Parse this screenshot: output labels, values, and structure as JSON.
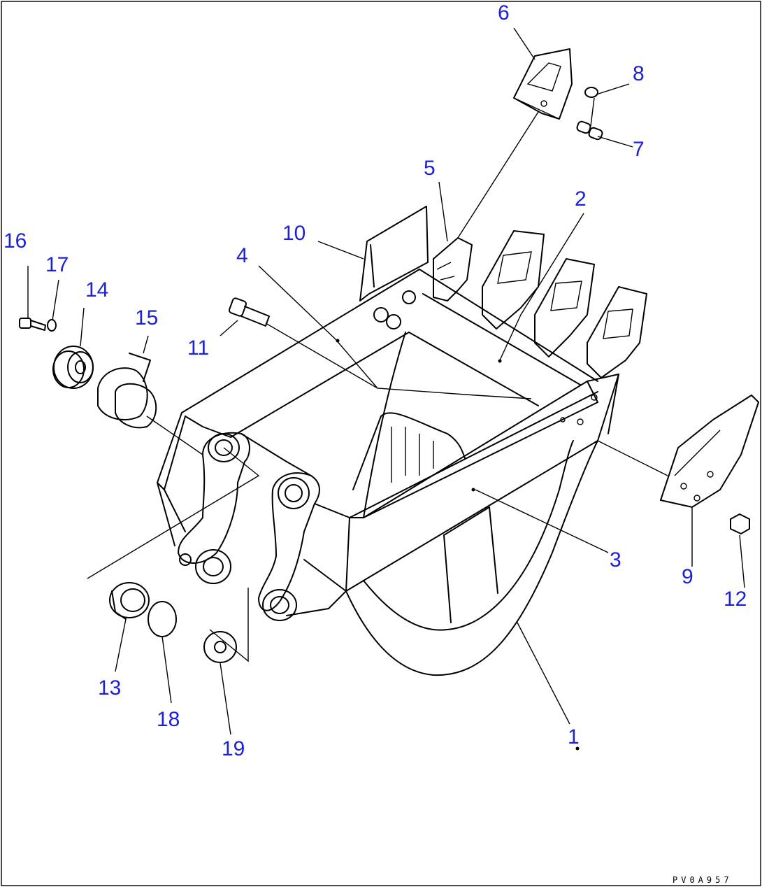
{
  "diagram": {
    "callouts": [
      {
        "id": "1",
        "label": "1"
      },
      {
        "id": "2",
        "label": "2"
      },
      {
        "id": "3",
        "label": "3"
      },
      {
        "id": "4",
        "label": "4"
      },
      {
        "id": "5",
        "label": "5"
      },
      {
        "id": "6",
        "label": "6"
      },
      {
        "id": "7",
        "label": "7"
      },
      {
        "id": "8",
        "label": "8"
      },
      {
        "id": "9",
        "label": "9"
      },
      {
        "id": "10",
        "label": "10"
      },
      {
        "id": "11",
        "label": "11"
      },
      {
        "id": "12",
        "label": "12"
      },
      {
        "id": "13",
        "label": "13"
      },
      {
        "id": "14",
        "label": "14"
      },
      {
        "id": "15",
        "label": "15"
      },
      {
        "id": "16",
        "label": "16"
      },
      {
        "id": "17",
        "label": "17"
      },
      {
        "id": "18",
        "label": "18"
      },
      {
        "id": "19",
        "label": "19"
      }
    ],
    "drawing_code": "PV0A957",
    "colors": {
      "callout": "#1d22d6",
      "line": "#000000",
      "background": "#ffffff"
    }
  }
}
